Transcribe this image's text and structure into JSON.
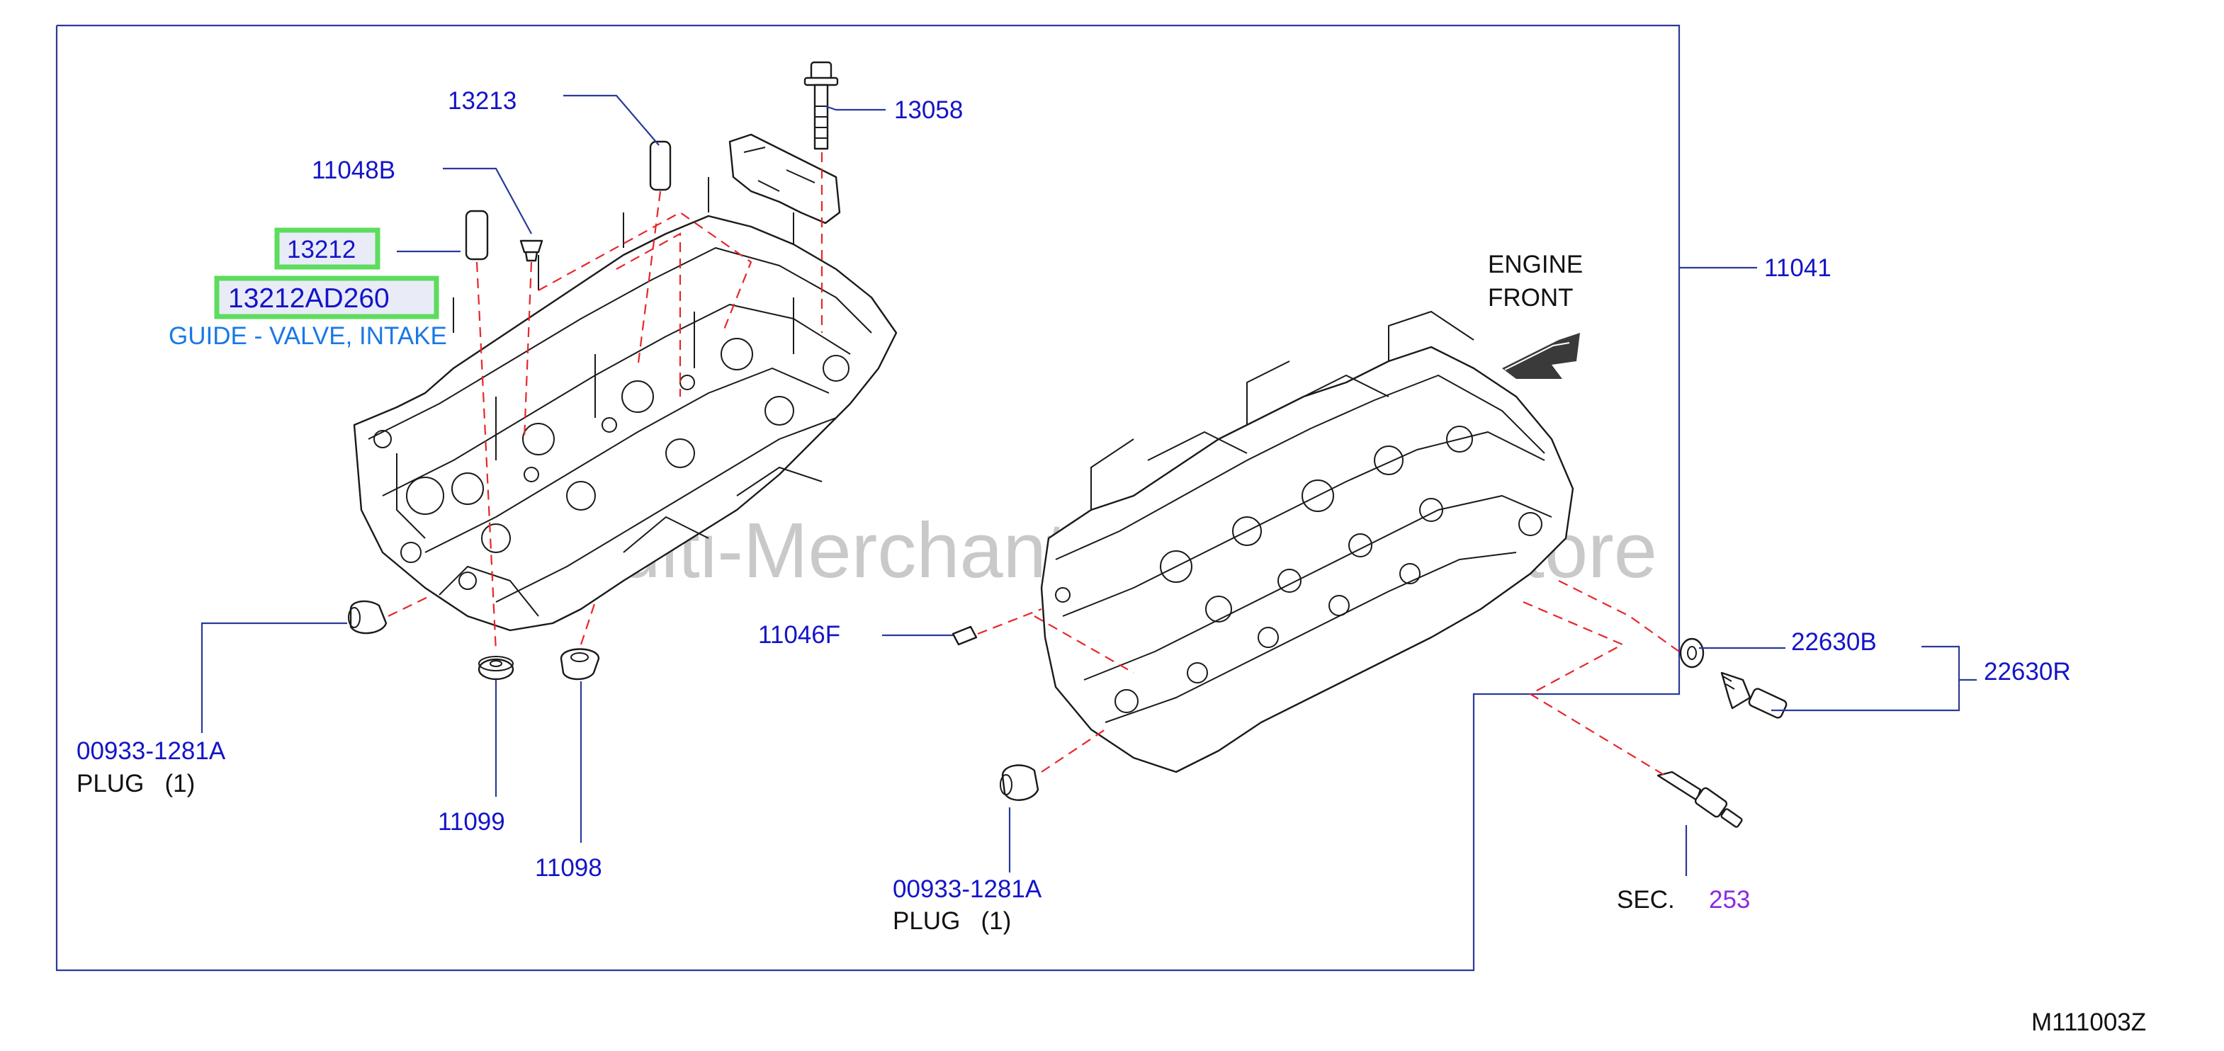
{
  "diagram": {
    "figure_code": "M111003Z",
    "watermark": "Multi-Merchant Auto Parts Store",
    "direction_label": {
      "line1": "ENGINE",
      "line2": "FRONT"
    },
    "highlighted_part": {
      "number": "13212",
      "part_code": "13212AD260",
      "description": "GUIDE - VALVE, INTAKE",
      "highlight_color": "#5ddc5d"
    },
    "callouts": {
      "p13213": "13213",
      "p13058": "13058",
      "p11048B": "11048B",
      "p11041": "11041",
      "p11046F": "11046F",
      "p22630B": "22630B",
      "p22630R": "22630R",
      "p00933_left": "00933-1281A",
      "p00933_right": "00933-1281A",
      "p11099": "11099",
      "p11098": "11098"
    },
    "notes": {
      "plug_left": "PLUG   (1)",
      "plug_right": "PLUG   (1)",
      "sec_label": "SEC.",
      "sec_number": "253"
    },
    "colors": {
      "part_number": "#1414c8",
      "section_ref": "#8a2be2",
      "guide_text": "#1a78e6",
      "dash_line": "#e8262b"
    }
  }
}
